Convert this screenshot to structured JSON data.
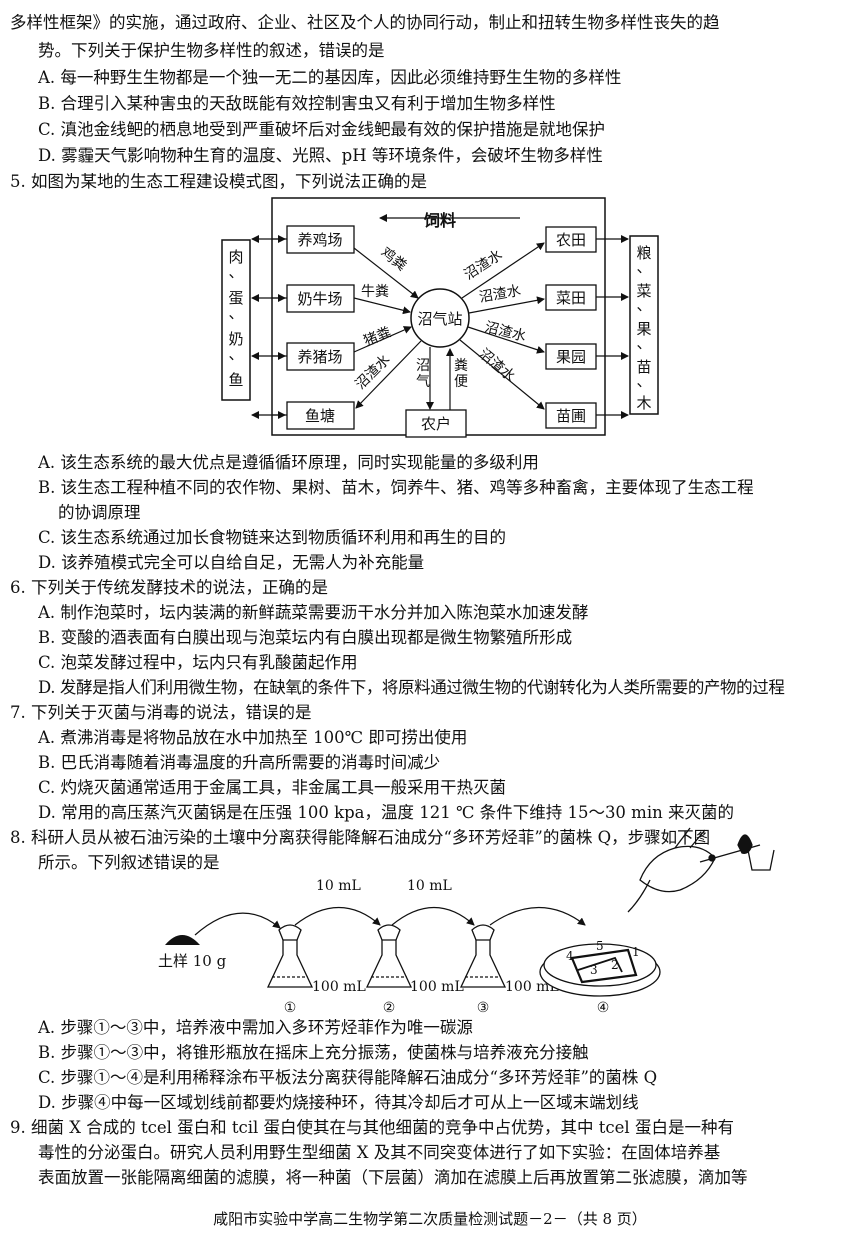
{
  "lines_top": [
    "多样性框架》的实施，通过政府、企业、社区及个人的协同行动，制止和扭转生物多样性丧失的趋",
    "势。下列关于保护生物多样性的叙述，错误的是",
    "A. 每一种野生生物都是一个独一无二的基因库，因此必须维持野生生物的多样性",
    "B. 合理引入某种害虫的天敌既能有效控制害虫又有利于增加生物多样性",
    "C. 滇池金线鲃的栖息地受到严重破坏后对金线鲃最有效的保护措施是就地保护",
    "D. 雾霾天气影响物种生育的温度、光照、pH 等环境条件，会破坏生物多样性",
    "5. 如图为某地的生态工程建设模式图，下列说法正确的是"
  ],
  "eco_diagram": {
    "feed_label": "饲料",
    "left_box": [
      "肉",
      "、",
      "蛋",
      "、",
      "奶",
      "、",
      "鱼"
    ],
    "right_box": [
      "粮",
      "、",
      "菜",
      "、",
      "果",
      "、",
      "苗",
      "、",
      "木"
    ],
    "farms": [
      "养鸡场",
      "奶牛场",
      "养猪场",
      "鱼塘"
    ],
    "fields": [
      "农田",
      "菜田",
      "果园",
      "苗圃"
    ],
    "center": "沼气站",
    "household": "农户",
    "manure_labels": [
      "鸡粪",
      "牛粪",
      "猪粪",
      "沼渣水"
    ],
    "field_labels": [
      "沼渣水",
      "沼渣水",
      "沼渣水",
      "沼渣水"
    ],
    "gas_label": [
      "沼",
      "气"
    ],
    "feces_label": [
      "粪",
      "便"
    ]
  },
  "lines_mid": [
    {
      "t": "A. 该生态系统的最大优点是遵循循环原理，同时实现能量的多级利用",
      "c": "ind"
    },
    {
      "t": "B. 该生态工程种植不同的农作物、果树、苗木，饲养牛、猪、鸡等多种畜禽，主要体现了生态工程",
      "c": "ind"
    },
    {
      "t": "的协调原理",
      "c": "ind2"
    },
    {
      "t": "C. 该生态系统通过加长食物链来达到物质循环利用和再生的目的",
      "c": "ind"
    },
    {
      "t": "D. 该养殖模式完全可以自给自足，无需人为补充能量",
      "c": "ind"
    },
    {
      "t": "6. 下列关于传统发酵技术的说法，正确的是",
      "c": ""
    },
    {
      "t": "A. 制作泡菜时，坛内装满的新鲜蔬菜需要沥干水分并加入陈泡菜水加速发酵",
      "c": "ind"
    },
    {
      "t": "B. 变酸的酒表面有白膜出现与泡菜坛内有白膜出现都是微生物繁殖所形成",
      "c": "ind"
    },
    {
      "t": "C. 泡菜发酵过程中，坛内只有乳酸菌起作用",
      "c": "ind"
    },
    {
      "t": "D. 发酵是指人们利用微生物，在缺氧的条件下，将原料通过微生物的代谢转化为人类所需要的产物的过程",
      "c": "ind"
    },
    {
      "t": "7. 下列关于灭菌与消毒的说法，错误的是",
      "c": ""
    },
    {
      "t": "A. 煮沸消毒是将物品放在水中加热至 100℃ 即可捞出使用",
      "c": "ind"
    },
    {
      "t": "B. 巴氏消毒随着消毒温度的升高所需要的消毒时间减少",
      "c": "ind"
    },
    {
      "t": "C. 灼烧灭菌通常适用于金属工具，非金属工具一般采用干热灭菌",
      "c": "ind"
    },
    {
      "t": "D. 常用的高压蒸汽灭菌锅是在压强 100 kpa，温度 121 ℃ 条件下维持 15～30 min 来灭菌的",
      "c": "ind"
    },
    {
      "t": "8. 科研人员从被石油污染的土壤中分离获得能降解石油成分“多环芳烃菲”的菌株 Q，步骤如下图",
      "c": ""
    },
    {
      "t": "所示。下列叙述错误的是",
      "c": "ind"
    }
  ],
  "micro_diagram": {
    "soil_label": "土样 10 g",
    "transfer_labels": [
      "10 mL",
      "10 mL"
    ],
    "volume_labels": [
      "100 mL",
      "100 mL",
      "100 mL"
    ],
    "step_labels": [
      "①",
      "②",
      "③",
      "④"
    ],
    "plate_regions": [
      "1",
      "2",
      "3",
      "4",
      "5"
    ]
  },
  "lines_bottom": [
    {
      "t": "A. 步骤①～③中，培养液中需加入多环芳烃菲作为唯一碳源",
      "c": "ind"
    },
    {
      "t": "B. 步骤①～③中，将锥形瓶放在摇床上充分振荡，使菌株与培养液充分接触",
      "c": "ind"
    },
    {
      "t": "C. 步骤①～④是利用稀释涂布平板法分离获得能降解石油成分“多环芳烃菲”的菌株 Q",
      "c": "ind"
    },
    {
      "t": "D. 步骤④中每一区域划线前都要灼烧接种环，待其冷却后才可从上一区域末端划线",
      "c": "ind"
    },
    {
      "t": "9. 细菌 X 合成的 tcel 蛋白和 tcil 蛋白使其在与其他细菌的竞争中占优势，其中 tcel 蛋白是一种有",
      "c": ""
    },
    {
      "t": "毒性的分泌蛋白。研究人员利用野生型细菌 X 及其不同突变体进行了如下实验：在固体培养基",
      "c": "ind"
    },
    {
      "t": "表面放置一张能隔离细菌的滤膜，将一种菌（下层菌）滴加在滤膜上后再放置第二张滤膜，滴加等",
      "c": "ind"
    }
  ],
  "footer": "咸阳市实验中学高二生物学第二次质量检测试题－2－（共 8 页）"
}
